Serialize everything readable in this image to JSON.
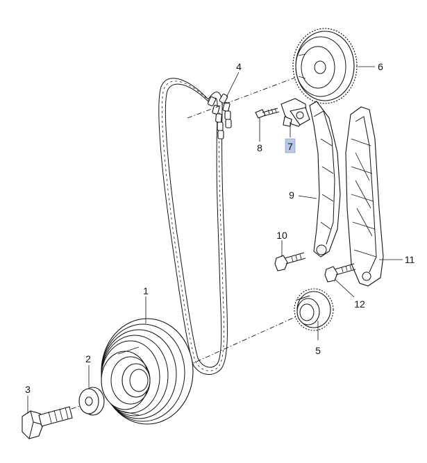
{
  "diagram": {
    "callouts": [
      {
        "id": "1",
        "label": "1"
      },
      {
        "id": "2",
        "label": "2"
      },
      {
        "id": "3",
        "label": "3"
      },
      {
        "id": "4",
        "label": "4"
      },
      {
        "id": "5",
        "label": "5"
      },
      {
        "id": "6",
        "label": "6"
      },
      {
        "id": "7",
        "label": "7",
        "highlighted": true
      },
      {
        "id": "8",
        "label": "8"
      },
      {
        "id": "9",
        "label": "9"
      },
      {
        "id": "10",
        "label": "10"
      },
      {
        "id": "11",
        "label": "11"
      },
      {
        "id": "12",
        "label": "12"
      }
    ],
    "highlight_color": "#b8c8e8"
  }
}
